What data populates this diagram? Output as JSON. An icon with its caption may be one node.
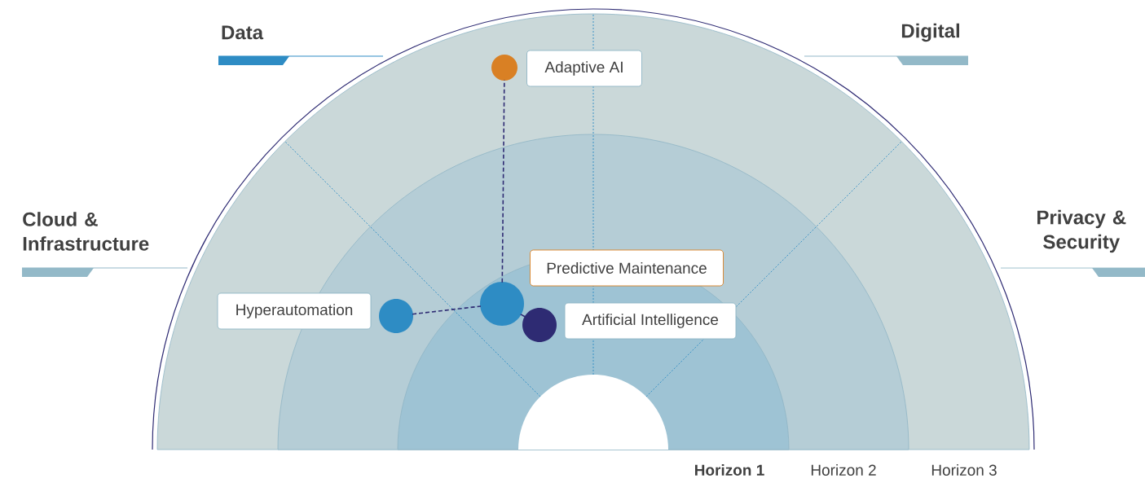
{
  "diagram": {
    "nodes": [
      {
        "text": [
          "Adaptive AI"
        ]
      },
      {
        "text": [],
        "shape": "circle"
      },
      {
        "text": [
          "Hyperautomation"
        ]
      },
      {
        "text": [],
        "shape": "circle"
      },
      {
        "text": [
          "Predictive Maintenance"
        ]
      },
      {
        "text": [],
        "shape": "circle"
      },
      {
        "text": [
          "Artificial Intelligence"
        ]
      },
      {
        "text": [],
        "shape": "circle"
      },
      {
        "text": [],
        "shape": "semicircle"
      }
    ],
    "edges": [
      {
        "from": 5,
        "to": 1,
        "arrow": "none",
        "style": "dashed"
      },
      {
        "from": 3,
        "to": 5,
        "arrow": "none",
        "style": "dashed"
      },
      {
        "from": 5,
        "to": 7,
        "arrow": "none"
      }
    ],
    "labels": [
      "Data",
      "Digital",
      "Cloud & Infrastructure",
      "Privacy & Security",
      "Horizon 1",
      "Horizon 2",
      "Horizon 3"
    ]
  }
}
